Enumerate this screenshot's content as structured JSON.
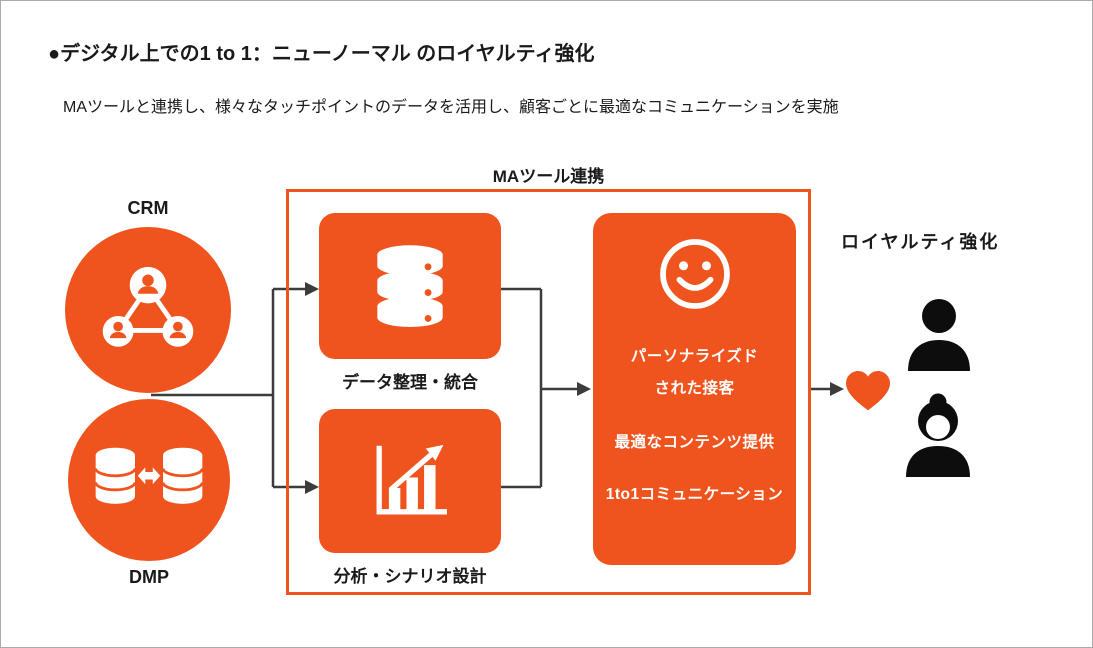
{
  "page": {
    "title": "●デジタル上での1 to 1：ニューノーマル のロイヤルティ強化",
    "subtitle": "MAツールと連携し、様々なタッチポイントのデータを活用し、顧客ごとに最適なコミュニケーションを実施"
  },
  "diagram": {
    "ma_box_label": "MAツール連携",
    "sources": {
      "crm_label": "CRM",
      "dmp_label": "DMP"
    },
    "steps": {
      "step1_label": "データ整理・統合",
      "step2_label": "分析・シナリオ設計"
    },
    "outcome": {
      "line1": "パーソナライズド",
      "line2": "された接客",
      "line3": "最適なコンテンツ提供",
      "line4": "1to1コミュニケーション"
    },
    "result_label": "ロイヤルティ強化"
  },
  "colors": {
    "accent": "#F0541E",
    "arrow": "#3C3C3C",
    "ink": "#1A1A1A",
    "silhouette": "#0D0D0D"
  }
}
